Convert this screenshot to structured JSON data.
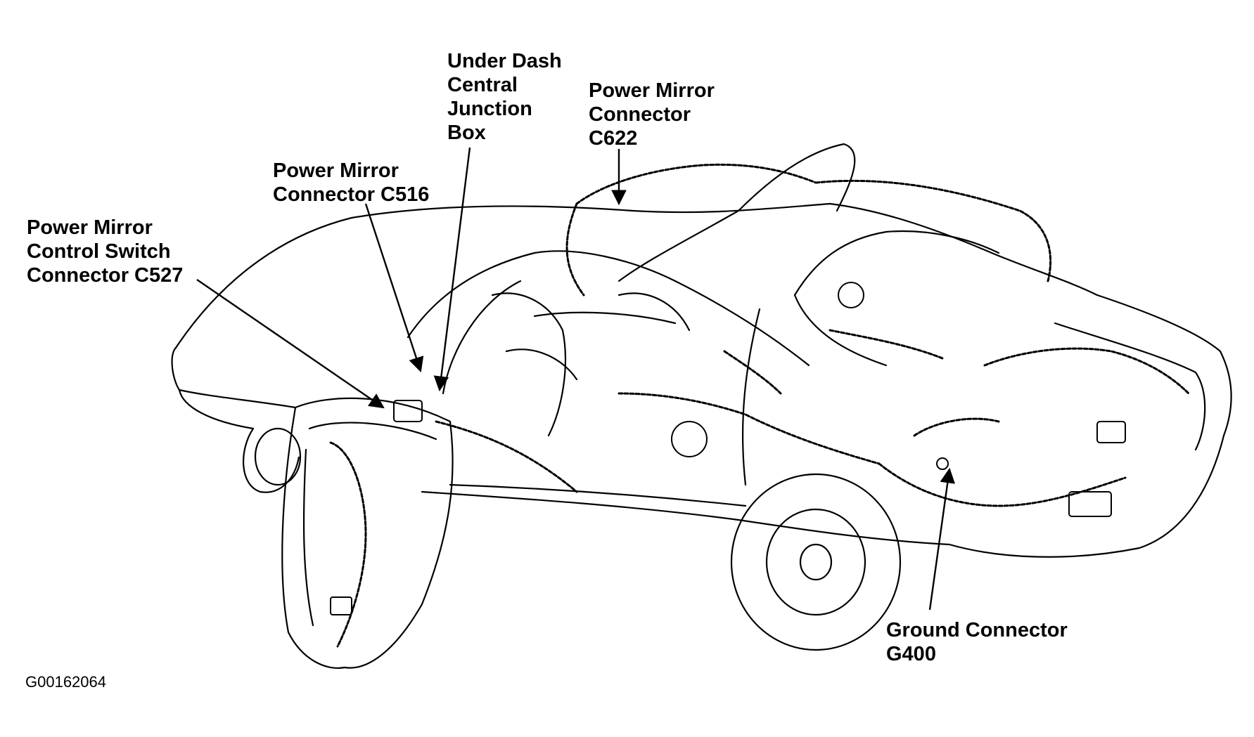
{
  "callouts": {
    "mirror_switch_c527": [
      "Power Mirror",
      "Control Switch",
      "Connector C527"
    ],
    "mirror_c516": [
      "Power Mirror",
      "Connector C516"
    ],
    "junction_box": [
      "Under Dash",
      "Central",
      "Junction",
      "Box"
    ],
    "mirror_c622": [
      "Power Mirror",
      "Connector",
      "C622"
    ],
    "ground_g400": [
      "Ground Connector",
      "G400"
    ]
  },
  "figure_id": "G00162064",
  "colors": {
    "line": "#000000",
    "background": "#ffffff"
  }
}
